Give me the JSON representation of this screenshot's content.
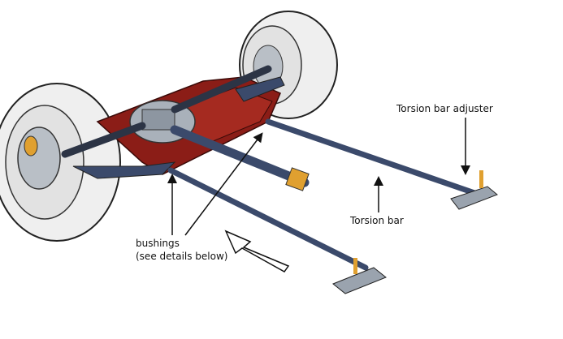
{
  "labels": {
    "adjuster": "Torsion bar adjuster",
    "torsion_bar": "Torsion bar",
    "bushings_line1": "bushings",
    "bushings_line2": "(see details below)"
  },
  "colors": {
    "frame_red": "#8b1d17",
    "bar_blue": "#3b4a6b",
    "metal_gray": "#9aa3ae",
    "tire_gray": "#e9e9e9",
    "outline": "#222222",
    "accent_orange": "#e0a030"
  }
}
